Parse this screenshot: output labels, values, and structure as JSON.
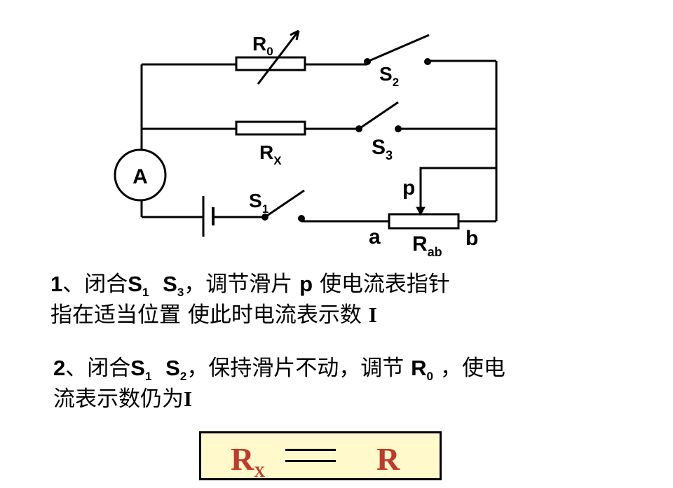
{
  "diagram": {
    "labels": {
      "r0_main": "R",
      "r0_sub": "0",
      "s2_main": "S",
      "s2_sub": "2",
      "rx_main": "R",
      "rx_sub": "X",
      "s3_main": "S",
      "s3_sub": "3",
      "ammeter": "A",
      "p": "p",
      "s1_main": "S",
      "s1_sub": "1",
      "a": "a",
      "rab_main": "R",
      "rab_sub": "ab",
      "b": "b"
    }
  },
  "steps": [
    {
      "num": "1",
      "t1": "、闭合",
      "s_a": "S",
      "s_a_sub": "1",
      "s_b": "S",
      "s_b_sub": "3",
      "t2": "，调节滑片",
      "p": "p",
      "t3": "使电流表指针",
      "line2a": "指在适当位置  使此时电流表示数",
      "line2b": "I"
    },
    {
      "num": "2",
      "t1": "、闭合",
      "s_a": "S",
      "s_a_sub": "1",
      "s_b": "S",
      "s_b_sub": "2",
      "t2": "，保持滑片不动，调节",
      "r": "R",
      "r_sub": "0",
      "t3": "，使电",
      "line2a": "流表示数仍为",
      "line2b": "I"
    }
  ],
  "formula": {
    "left_main": "R",
    "left_sub": "X",
    "right_main": "R"
  },
  "colors": {
    "formula_text": "#c0392b",
    "formula_bg": "#fff9cc"
  }
}
